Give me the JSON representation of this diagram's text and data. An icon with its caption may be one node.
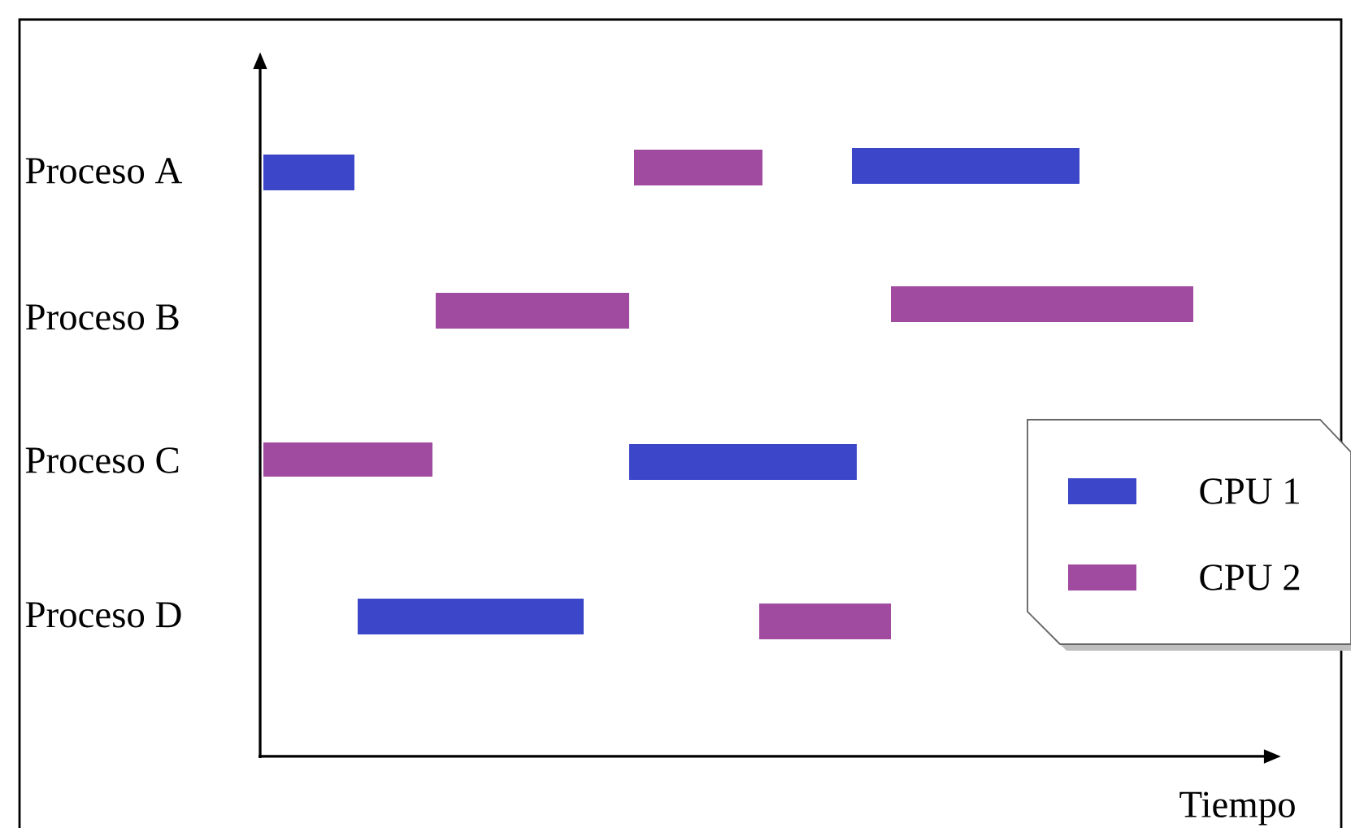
{
  "diagram": {
    "labels": [
      "Proceso A",
      "Proceso B",
      "Proceso C",
      "Proceso D",
      "Tiempo"
    ],
    "legend": [
      {
        "text": "CPU 1",
        "color": "#3c46c8"
      },
      {
        "text": "CPU 2",
        "color": "#a04aa0"
      }
    ]
  }
}
